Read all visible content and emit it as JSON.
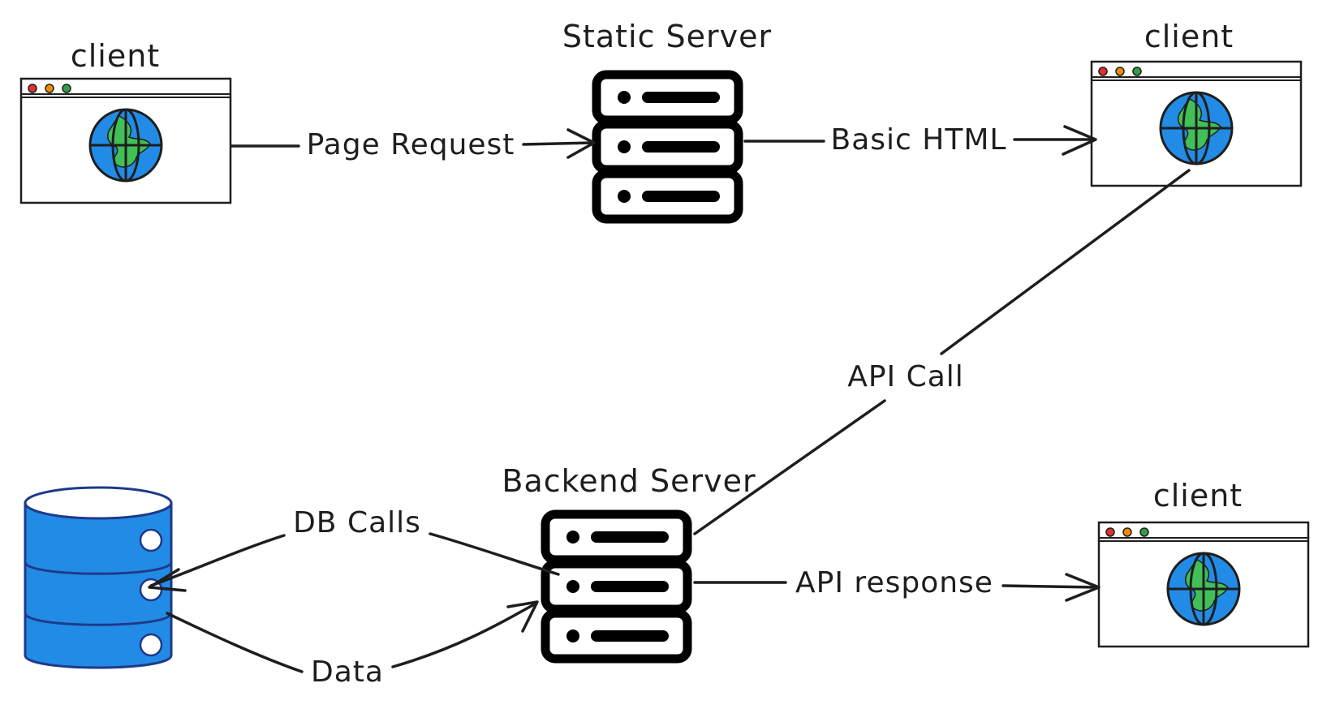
{
  "colors": {
    "ink": "#1e1e1e",
    "window_dot_red": "#e03131",
    "window_dot_yellow": "#f08c00",
    "window_dot_green": "#2f9e44",
    "globe_ocean": "#228be6",
    "globe_land": "#40c057",
    "database": "#228be6"
  },
  "nodes": {
    "client_top_left": {
      "label": "client",
      "icon": "browser-window-globe-icon"
    },
    "static_server": {
      "label": "Static Server",
      "icon": "server-rack-icon"
    },
    "client_top_right": {
      "label": "client",
      "icon": "browser-window-globe-icon"
    },
    "backend_server": {
      "label": "Backend Server",
      "icon": "server-rack-icon"
    },
    "database": {
      "label": "",
      "icon": "database-cylinder-icon"
    },
    "client_bottom_right": {
      "label": "client",
      "icon": "browser-window-globe-icon"
    }
  },
  "edges": {
    "page_request": {
      "label": "Page Request",
      "from": "client_top_left",
      "to": "static_server"
    },
    "basic_html": {
      "label": "Basic HTML",
      "from": "static_server",
      "to": "client_top_right"
    },
    "api_call": {
      "label": "API Call",
      "from": "client_top_right",
      "to": "backend_server"
    },
    "db_calls": {
      "label": "DB Calls",
      "from": "backend_server",
      "to": "database"
    },
    "data": {
      "label": "Data",
      "from": "database",
      "to": "backend_server"
    },
    "api_response": {
      "label": "API response",
      "from": "backend_server",
      "to": "client_bottom_right"
    }
  }
}
